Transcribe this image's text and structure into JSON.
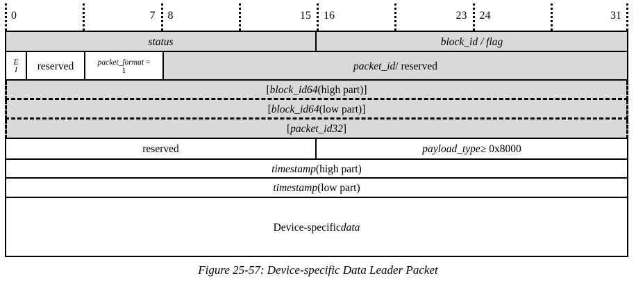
{
  "ruler": {
    "labels": [
      "0",
      "7",
      "8",
      "15",
      "16",
      "23",
      "24",
      "31"
    ]
  },
  "rows": [
    {
      "cells": [
        {
          "parts": [
            {
              "text": "status",
              "style": "italic"
            }
          ]
        },
        {
          "parts": [
            {
              "text": "block_id / flag",
              "style": "italic"
            }
          ]
        }
      ]
    },
    {
      "cells": [
        {
          "lines": [
            "E",
            "I"
          ]
        },
        {
          "parts": [
            {
              "text": "reserved"
            }
          ]
        },
        {
          "line1": [
            {
              "text": "packet_format",
              "style": "italic"
            },
            {
              "text": " ="
            }
          ],
          "line2": "1"
        },
        {
          "parts": [
            {
              "text": "packet_id",
              "style": "italic"
            },
            {
              "text": " / reserved"
            }
          ]
        }
      ]
    },
    {
      "cells": [
        {
          "parts": [
            {
              "text": "["
            },
            {
              "text": "block_id64",
              "style": "italic"
            },
            {
              "text": " (high part)]"
            }
          ]
        }
      ]
    },
    {
      "cells": [
        {
          "parts": [
            {
              "text": "["
            },
            {
              "text": "block_id64",
              "style": "italic"
            },
            {
              "text": " (low part)]"
            }
          ]
        }
      ]
    },
    {
      "cells": [
        {
          "parts": [
            {
              "text": "["
            },
            {
              "text": "packet_id32",
              "style": "italic"
            },
            {
              "text": "]"
            }
          ]
        }
      ]
    },
    {
      "cells": [
        {
          "parts": [
            {
              "text": "reserved"
            }
          ]
        },
        {
          "parts": [
            {
              "text": "payload_type",
              "style": "italic"
            },
            {
              "text": " ≥ 0x8000"
            }
          ]
        }
      ]
    },
    {
      "cells": [
        {
          "parts": [
            {
              "text": "timestamp",
              "style": "italic"
            },
            {
              "text": " (high part)"
            }
          ]
        }
      ]
    },
    {
      "cells": [
        {
          "parts": [
            {
              "text": "timestamp",
              "style": "italic"
            },
            {
              "text": " (low part)"
            }
          ]
        }
      ]
    },
    {
      "cells": [
        {
          "parts": [
            {
              "text": "Device-specific "
            },
            {
              "text": "data",
              "style": "italic"
            }
          ]
        }
      ]
    }
  ],
  "figure": {
    "caption": "Figure 25-57: Device-specific Data Leader Packet"
  },
  "colors": {
    "shaded_row": "#d9d9d9",
    "border": "#000000",
    "page_background": "#ffffff"
  }
}
